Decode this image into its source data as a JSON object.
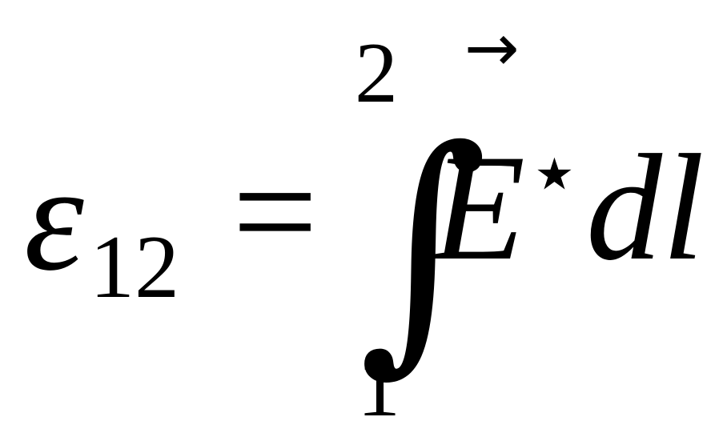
{
  "equation": {
    "lhs": {
      "symbol": "ε",
      "subscript": "12"
    },
    "operator": "=",
    "integral": {
      "sign": "∫",
      "upper_limit": "2",
      "lower_limit": "1"
    },
    "integrand": {
      "field": "E",
      "multiplier": "⋆",
      "differential": "dl",
      "vector_arrow": "→"
    }
  }
}
